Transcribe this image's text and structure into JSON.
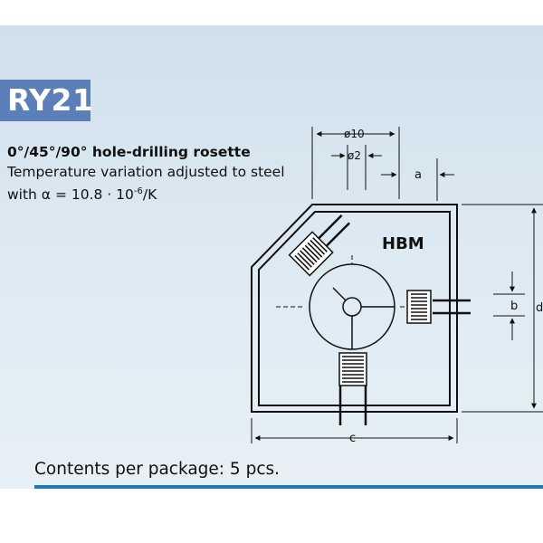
{
  "product": {
    "code": "RY21",
    "title": "0°/45°/90° hole-drilling rosette",
    "line2": "Temperature variation adjusted to steel",
    "line3_prefix": "with α = 10.8 · 10",
    "line3_exp": "-6",
    "line3_suffix": "/K",
    "contents": "Contents per package: 5 pcs."
  },
  "drawing": {
    "brand": "HBM",
    "dim_d10": "ø10",
    "dim_d2": "ø2",
    "dim_a": "a",
    "dim_b": "b",
    "dim_c": "c",
    "dim_d": "d"
  },
  "colors": {
    "badge": "#5d7fb9",
    "panel": "#d9e7f1",
    "rule": "#1f7ab5"
  }
}
